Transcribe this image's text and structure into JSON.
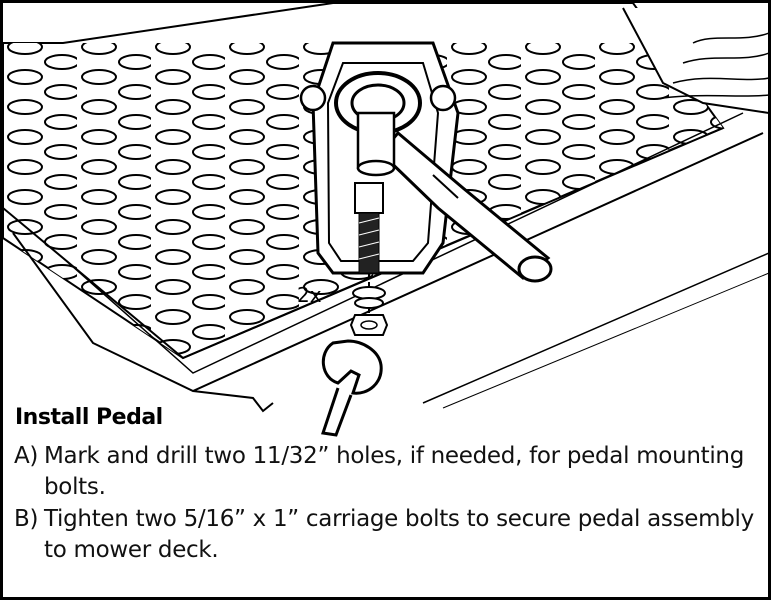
{
  "illustration": {
    "callout_quantity": "2x",
    "parts": [
      "mower-deck",
      "pedal-bracket",
      "pedal-arm",
      "carriage-bolt",
      "washer",
      "nut",
      "wrench"
    ]
  },
  "instructions": {
    "title": "Install Pedal",
    "steps": [
      {
        "letter": "A)",
        "text": "Mark and drill two 11/32” holes, if needed, for pedal mounting bolts."
      },
      {
        "letter": "B)",
        "text": "Tighten two 5/16” x 1” carriage bolts to secure pedal assembly to mower deck."
      }
    ]
  }
}
